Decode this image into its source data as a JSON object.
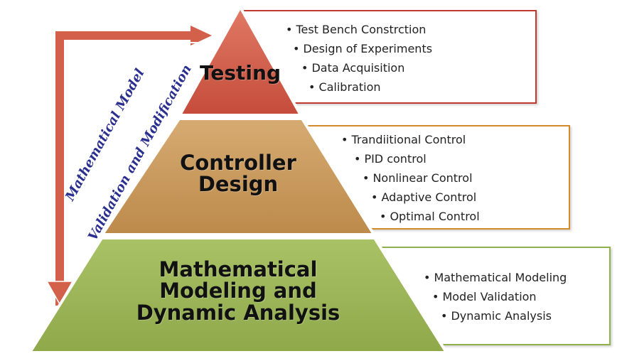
{
  "colors": {
    "top_tier": "#cf5a48",
    "middle_tier": "#c8975a",
    "bottom_tier": "#9bb458",
    "top_box_border": "#c0392b",
    "middle_box_border": "#d38a2a",
    "bottom_box_border": "#8fb34a",
    "loop_arrow": "#d2604a",
    "side_text": "#2a2f8f"
  },
  "tiers": {
    "top": {
      "label": "Testing",
      "items": [
        "Test Bench Constrction",
        "Design of Experiments",
        "Data Acquisition",
        "Calibration"
      ]
    },
    "middle": {
      "label_line1": "Controller",
      "label_line2": "Design",
      "items": [
        "Trandiitional Control",
        "PID control",
        "Nonlinear Control",
        "Adaptive Control",
        "Optimal Control"
      ]
    },
    "bottom": {
      "label_line1": "Mathematical",
      "label_line2": "Modeling and",
      "label_line3": "Dynamic Analysis",
      "items": [
        "Mathematical Modeling",
        "Model Validation",
        "Dynamic Analysis"
      ]
    }
  },
  "side_labels": {
    "line1": "Mathematical Model",
    "line2": "Validation and Modification"
  }
}
